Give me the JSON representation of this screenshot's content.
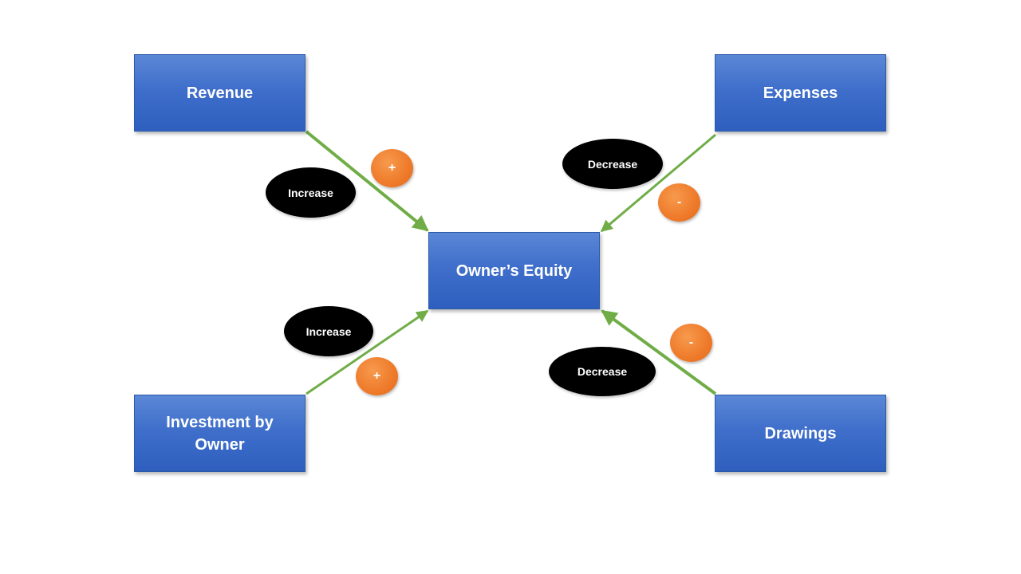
{
  "nodes": {
    "revenue": "Revenue",
    "expenses": "Expenses",
    "equity": "Owner’s Equity",
    "investment": "Investment by Owner",
    "drawings": "Drawings"
  },
  "labels": {
    "revenue": "Increase",
    "expenses": "Decrease",
    "investment": "Increase",
    "drawings": "Decrease"
  },
  "signs": {
    "revenue": "+",
    "expenses": "-",
    "investment": "+",
    "drawings": "-"
  },
  "colors": {
    "box": "#4472c4",
    "arrow": "#70ad47",
    "sign": "#ed7d31",
    "oval": "#000000"
  }
}
